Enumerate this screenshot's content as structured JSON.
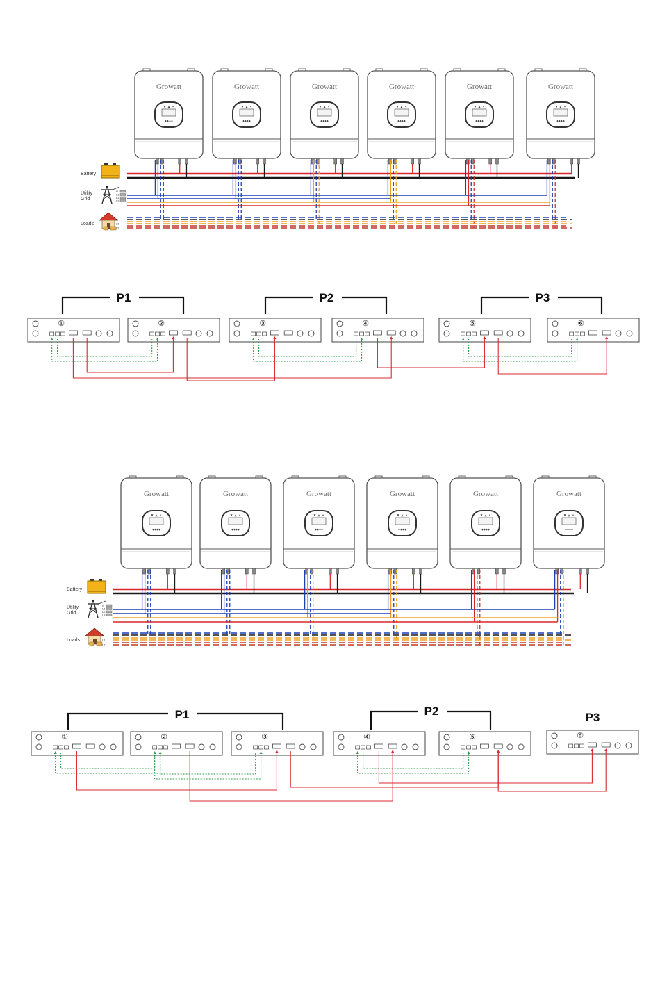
{
  "brand": "Growatt",
  "colors": {
    "battery_pos": "#d8282c",
    "battery_neg": "#1a1a1a",
    "grid_n": "#1f3fb4",
    "grid_l1": "#f0a020",
    "grid_l2": "#d8282c",
    "load_n": "#1f3fb4",
    "load_l1": "#f0a020",
    "load_l2": "#c0392b",
    "comm_green": "#2e9a4a",
    "current_red": "#d8282c",
    "battery_icon": "#f2b319"
  },
  "lcd": {
    "top": "▼ ▲ ▾",
    "bottom": "♦♦♦♦"
  },
  "sections": [
    {
      "labels": {
        "battery": "Battery",
        "grid_line1": "Utility",
        "grid_line2": "Grid",
        "loads": "Loads"
      },
      "grid_terminals": [
        "N",
        "L1",
        "L2",
        "L3"
      ],
      "load_terminals": [
        "N",
        "L1",
        "L2"
      ],
      "inverter_count": 6
    },
    {
      "labels": {
        "battery": "Battery",
        "grid_line1": "Utility",
        "grid_line2": "Grid",
        "loads": "Loads"
      },
      "grid_terminals": [
        "N",
        "L1",
        "L2",
        "L3"
      ],
      "load_terminals": [
        "N",
        "L1",
        "L2"
      ],
      "inverter_count": 6
    }
  ],
  "wiring_diagrams": [
    {
      "groups": [
        {
          "label": "P1"
        },
        {
          "label": "P2"
        },
        {
          "label": "P3"
        }
      ],
      "units": [
        "①",
        "②",
        "③",
        "④",
        "⑤",
        "⑥"
      ]
    },
    {
      "groups": [
        {
          "label": "P1"
        },
        {
          "label": "P2"
        },
        {
          "label": "P3"
        }
      ],
      "units": [
        "①",
        "②",
        "③",
        "④",
        "⑤",
        "⑥"
      ]
    }
  ]
}
